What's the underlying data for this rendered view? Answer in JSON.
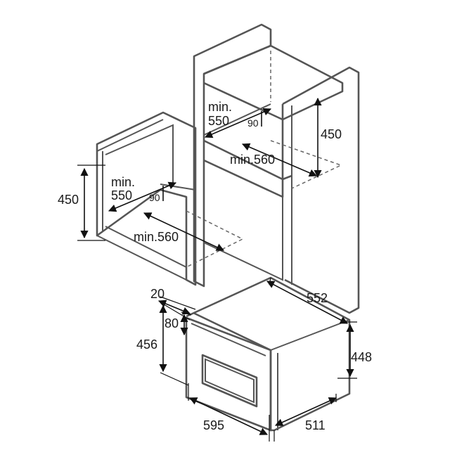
{
  "labels": {
    "left_height": "450",
    "left_min_depth_1": "min.",
    "left_min_depth_2": "550",
    "left_gap": "90",
    "left_min_width": "min.560",
    "right_min_depth_1": "min.",
    "right_min_depth_2": "550",
    "right_gap": "90",
    "right_height": "450",
    "right_min_width": "min.560",
    "oven_front_thickness": "20",
    "oven_front_offset": "80",
    "oven_front_height": "456",
    "oven_depth": "552",
    "oven_body_height": "448",
    "oven_width": "595",
    "oven_body_depth": "511"
  },
  "colors": {
    "edge": "#555555",
    "dimension": "#111111",
    "text": "#1a1a1a"
  }
}
